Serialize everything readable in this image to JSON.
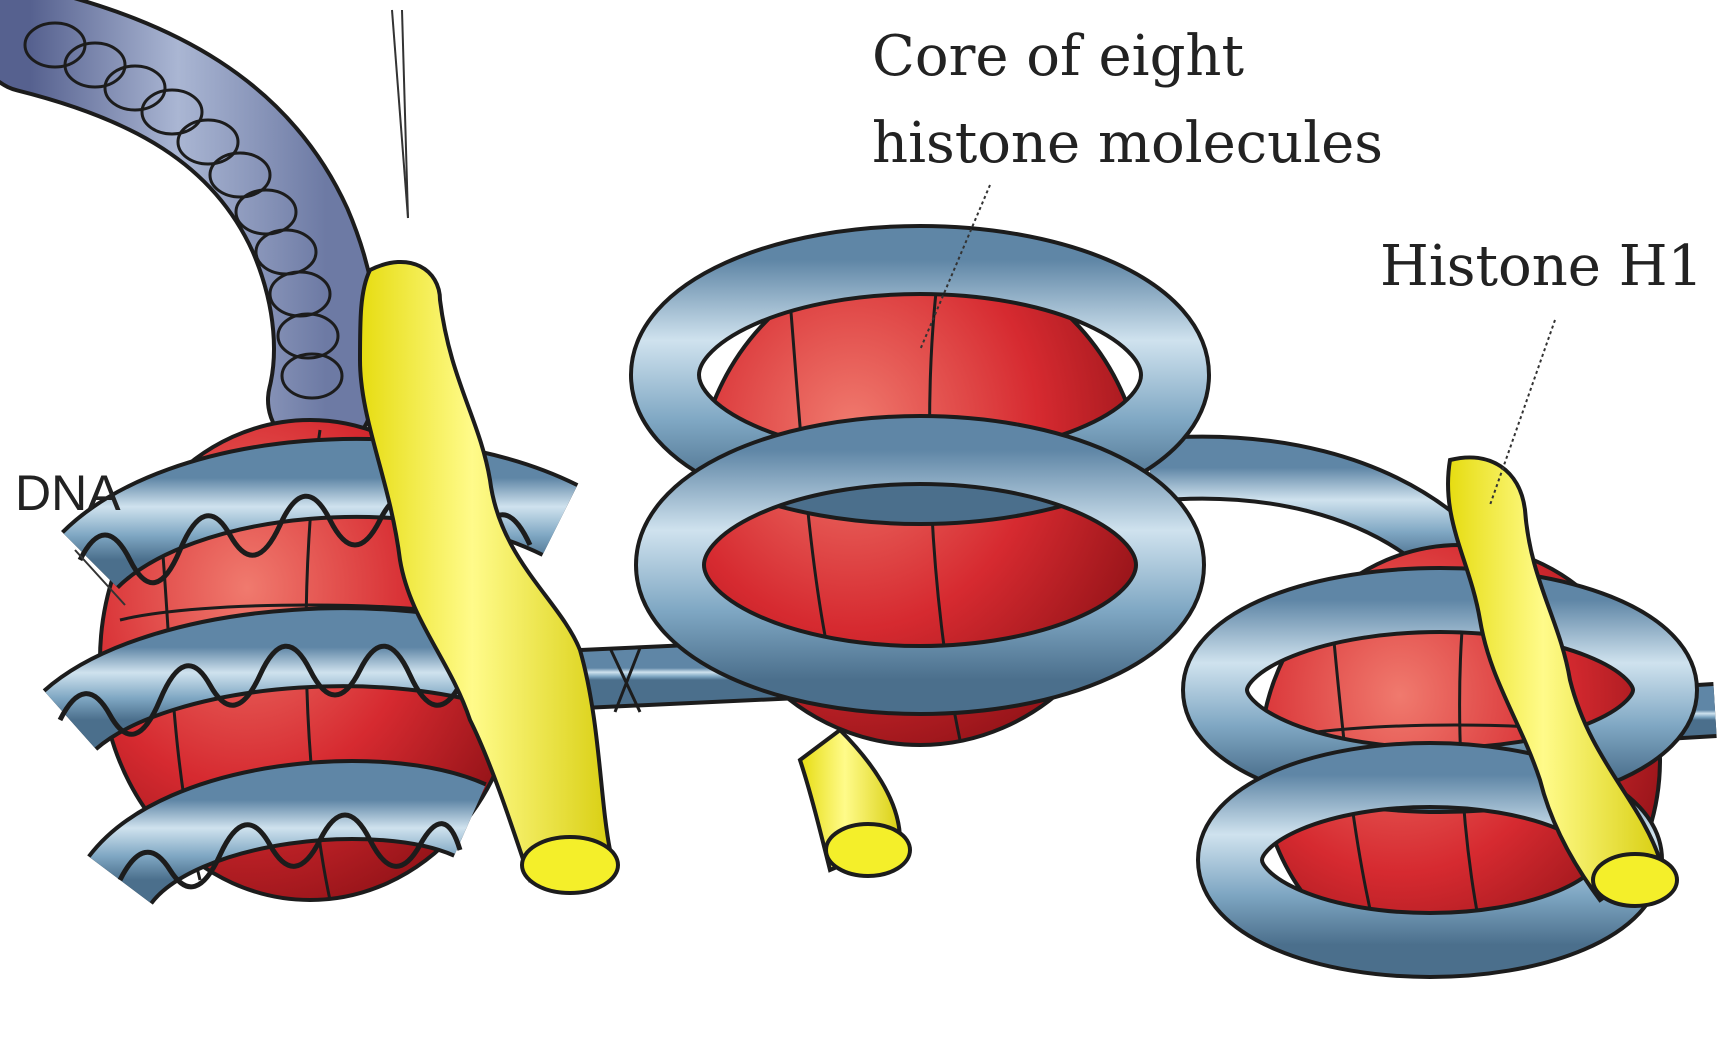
{
  "labels": {
    "core_line1": "Core of eight",
    "core_line2": "histone molecules",
    "h1": "Histone H1",
    "dna": "DNA"
  },
  "colors": {
    "histone_core": "#d62a30",
    "histone_core_highlight": "#f07a6e",
    "dna_tube": "#7fa7c3",
    "dna_tube_highlight": "#cfe2ee",
    "histone_h1": "#f4ef2a",
    "fiber_tube": "#8fa4c7",
    "outline": "#1c1c1c"
  },
  "icons": {
    "nucleosome": "nucleosome-icon",
    "histone_h1": "histone-h1-icon",
    "dna_helix": "dna-helix-icon",
    "chromatin_fiber": "chromatin-fiber-icon"
  }
}
